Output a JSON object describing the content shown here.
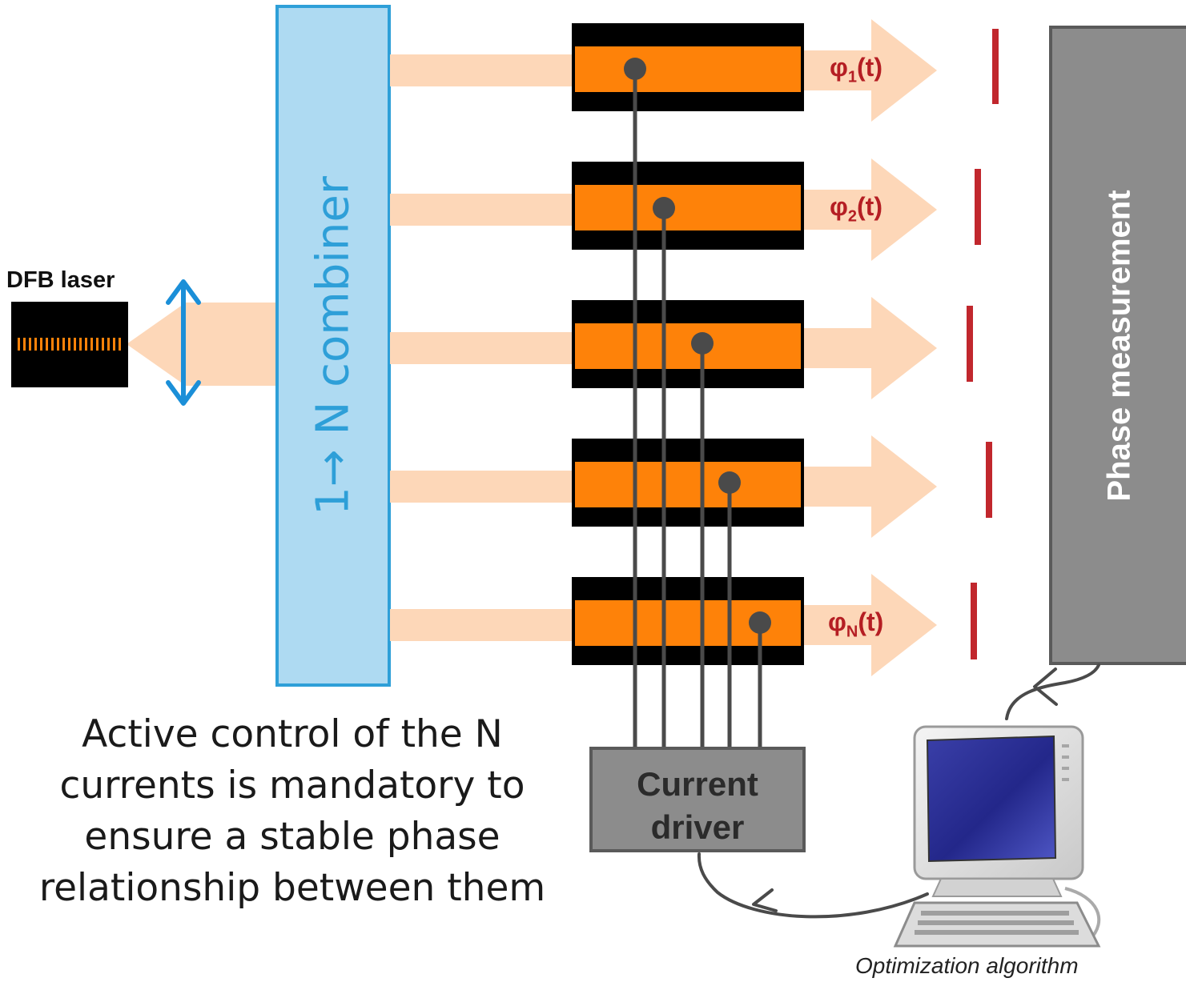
{
  "laser": {
    "label": "DFB laser"
  },
  "combiner": {
    "label": "1→ N combiner"
  },
  "amplifiers": [
    {
      "phase_symbol": "φ",
      "phase_sub": "1",
      "phase_arg": "(t)"
    },
    {
      "phase_symbol": "φ",
      "phase_sub": "2",
      "phase_arg": "(t)"
    },
    {
      "phase_symbol": "",
      "phase_sub": "",
      "phase_arg": ""
    },
    {
      "phase_symbol": "",
      "phase_sub": "",
      "phase_arg": ""
    },
    {
      "phase_symbol": "φ",
      "phase_sub": "N",
      "phase_arg": "(t)"
    }
  ],
  "phase_measurement": {
    "label": "Phase measurement"
  },
  "current_driver": {
    "line1": "Current",
    "line2": "driver"
  },
  "caption": {
    "line1": "Active control of the N",
    "line2": "currents is mandatory to",
    "line3": "ensure a stable phase",
    "line4": "relationship between them"
  },
  "computer": {
    "label": "Optimization algorithm"
  },
  "colors": {
    "beam": "#fdd7b8",
    "amplifier_body": "#fe8209",
    "amplifier_frame": "#000000",
    "combiner_fill": "#aedaf2",
    "combiner_border": "#2e9fd8",
    "lens": "#1b8fd8",
    "phase_fronts": "#c1272d",
    "gray_box": "#8c8c8c",
    "wires": "#4a4a4a"
  },
  "icons": [
    "laser-chip-icon",
    "lens-double-arrow-icon",
    "computer-icon",
    "feedback-arrow-icon"
  ]
}
